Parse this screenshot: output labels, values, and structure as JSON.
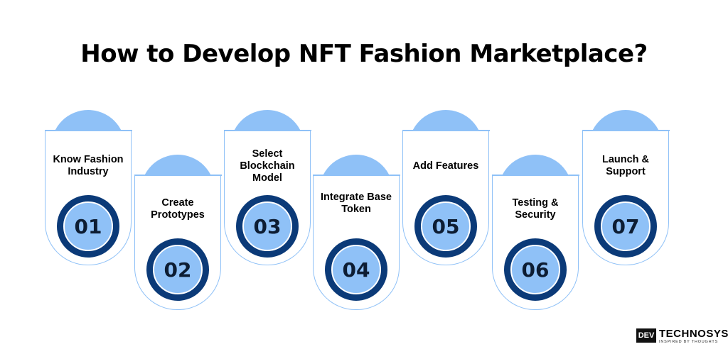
{
  "title": "How to Develop NFT Fashion Marketplace?",
  "steps": [
    {
      "number": "01",
      "label": "Know Fashion Industry"
    },
    {
      "number": "02",
      "label": "Create Prototypes"
    },
    {
      "number": "03",
      "label": "Select Blockchain Model"
    },
    {
      "number": "04",
      "label": "Integrate Base Token"
    },
    {
      "number": "05",
      "label": "Add Features"
    },
    {
      "number": "06",
      "label": "Testing & Security"
    },
    {
      "number": "07",
      "label": "Launch & Support"
    }
  ],
  "logo": {
    "mark": "DEV",
    "wordmark": "TECHNOSYS",
    "tagline": "INSPIRED BY THOUGHTS"
  },
  "colors": {
    "light_blue": "#8fc1f7",
    "dark_blue": "#0b3a78"
  }
}
